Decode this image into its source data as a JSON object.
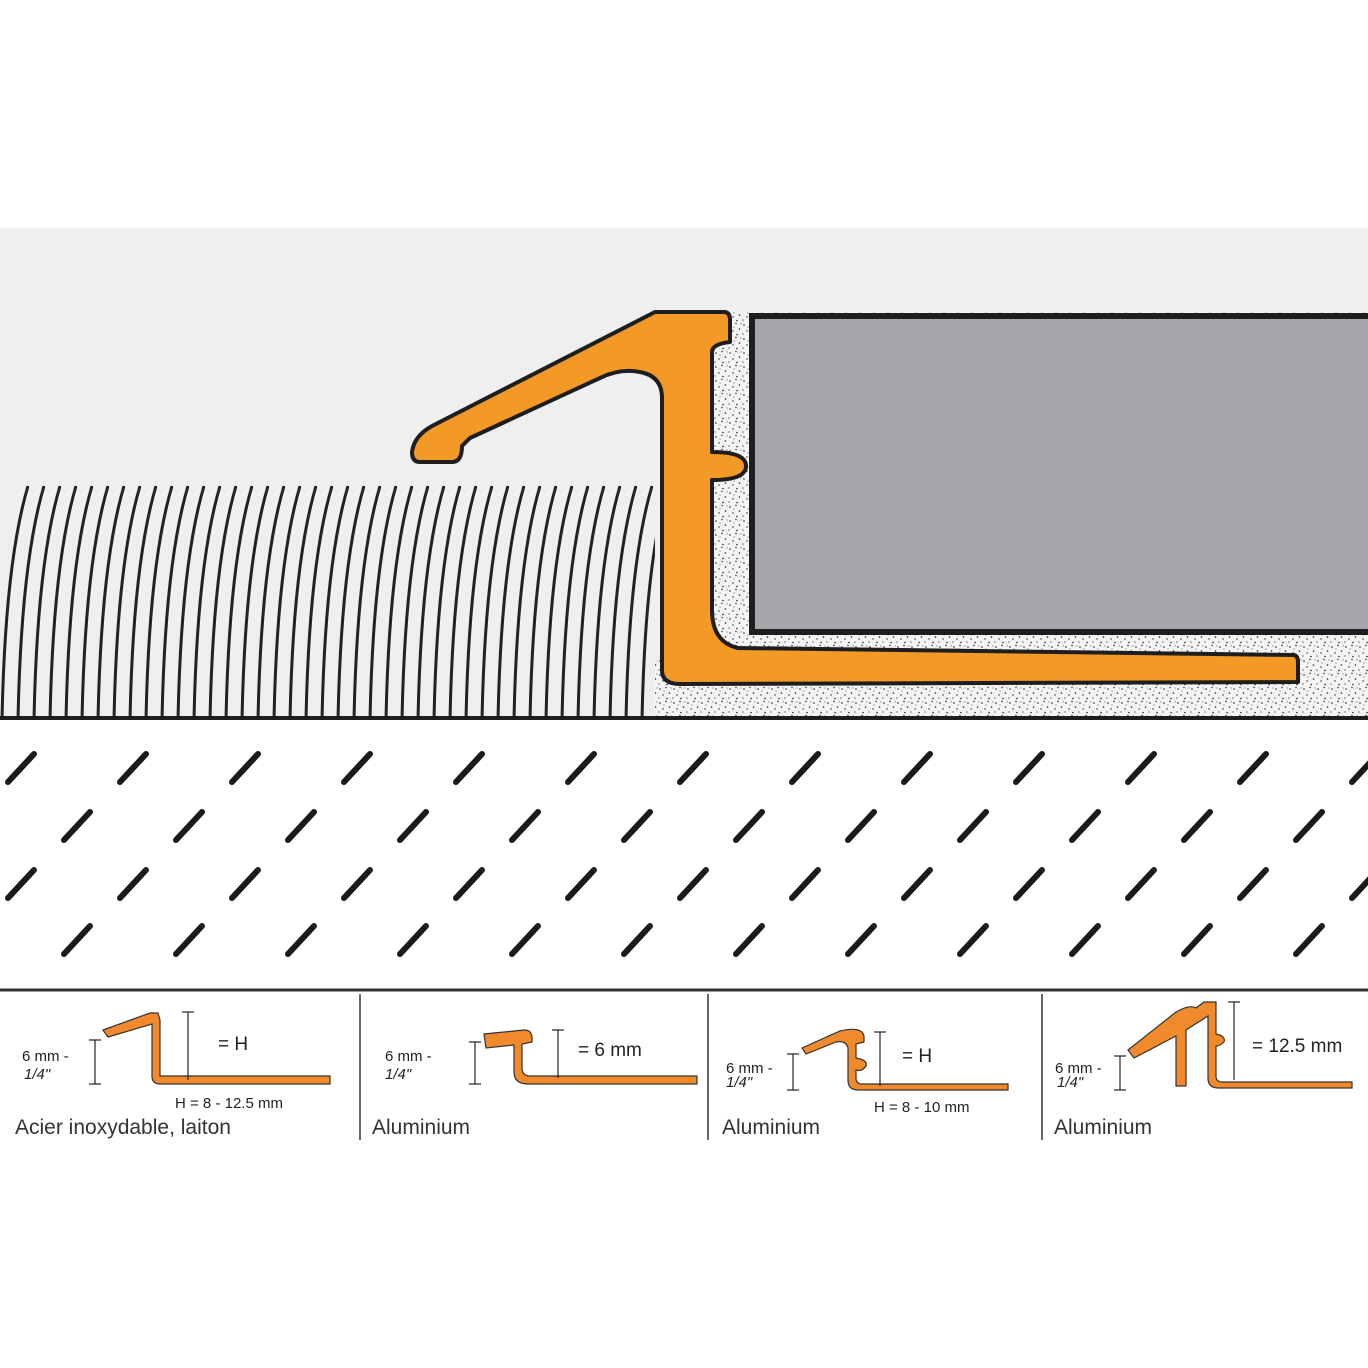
{
  "colors": {
    "background": "#ffffff",
    "wall": "#eef0f0",
    "profile": "#f39a26",
    "profile_small": "#f08a2c",
    "tile": "#a5a6aa",
    "mortar": "#f4f4f4",
    "carpet_line": "#222222",
    "substrate_dash": "#1a1a1a",
    "divider": "#333333"
  },
  "profiles": [
    {
      "dim_left_top": "6 mm -",
      "dim_left_bottom": "1/4\"",
      "dim_right": "= H",
      "dim_bottom": "H = 8 - 12.5 mm",
      "material": "Acier inoxydable, laiton"
    },
    {
      "dim_left_top": "6 mm -",
      "dim_left_bottom": "1/4\"",
      "dim_right": "= 6 mm",
      "material": "Aluminium"
    },
    {
      "dim_left_top": "6 mm -",
      "dim_left_bottom": "1/4\"",
      "dim_right": "= H",
      "dim_bottom": "H = 8 - 10 mm",
      "material": "Aluminium"
    },
    {
      "dim_left_top": "6 mm -",
      "dim_left_bottom": "1/4\"",
      "dim_right": "= 12.5 mm",
      "material": "Aluminium"
    }
  ]
}
